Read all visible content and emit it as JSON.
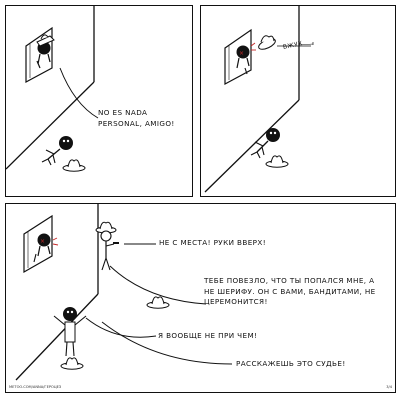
{
  "panel1": {
    "speech": "NO ES NADA PERSONAL, AMIGO!"
  },
  "panel2": {
    "sfx": "ВЖУХ"
  },
  "panel3": {
    "speech_sheriff_1": "НЕ С МЕСТА! РУКИ ВВЕРХ!",
    "speech_sheriff_2": "ТЕБЕ ПОВЕЗЛО, ЧТО ТЫ ПОПАЛСЯ МНЕ, А НЕ ШЕРИФУ. ОН С ВАМИ, БАНДИТАМИ, НЕ ЦЕРЕМОНИТСЯ!",
    "speech_bandit": "Я ВООБЩЕ НЕ ПРИ ЧЕМ!",
    "speech_sheriff_3": "РАССКАЖЕШЬ ЭТО СУДЬЕ!",
    "credit_left": "METOO.COM/ANNA/ГЕРОЦЕЗ",
    "credit_right": "3/4"
  }
}
